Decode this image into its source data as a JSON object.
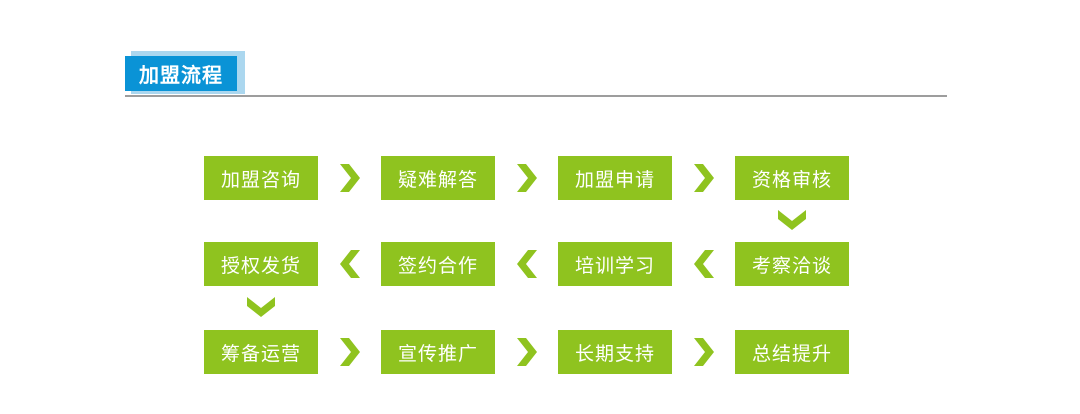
{
  "header": {
    "tab_label": "加盟流程",
    "tab_color": "#0a93d6",
    "tab_back_layer_color": "#abd7ef",
    "divider_color": "#9d9d9d"
  },
  "flow": {
    "box_color": "#8fc31f",
    "arrow_color": "#8fc31f",
    "text_color": "#ffffff",
    "rows": [
      {
        "direction": "right",
        "steps": [
          "加盟咨询",
          "疑难解答",
          "加盟申请",
          "资格审核"
        ]
      },
      {
        "direction": "left",
        "steps": [
          "授权发货",
          "签约合作",
          "培训学习",
          "考察洽谈"
        ]
      },
      {
        "direction": "right",
        "steps": [
          "筹备运营",
          "宣传推广",
          "长期支持",
          "总结提升"
        ]
      }
    ],
    "down_connectors": [
      {
        "from": "资格审核",
        "to": "考察洽谈"
      },
      {
        "from": "授权发货",
        "to": "筹备运营"
      }
    ]
  }
}
